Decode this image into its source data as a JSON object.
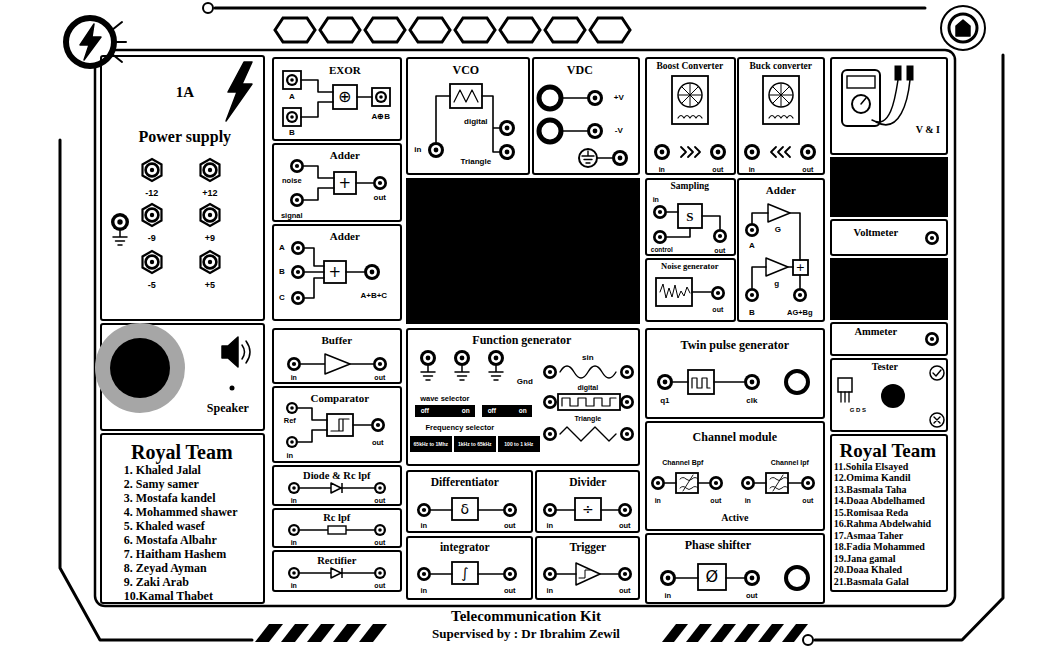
{
  "diagram": {
    "title": "Telecommunication Kit",
    "caption": "Supervised by : Dr Ibrahim Zewil",
    "nodes": [
      {
        "text": [
          "1A",
          "Power supply",
          "-12",
          "+12",
          "-9",
          "+9",
          "-5",
          "+5"
        ]
      },
      {
        "text": [
          "Speaker"
        ]
      },
      {
        "text": [
          "Royal Team",
          "1. Khaled Jalal",
          "2. Samy samer",
          "3. Mostafa kandel",
          "4. Mohammed shawer",
          "5. Khaled wasef",
          "6. Mostafa Albahr",
          "7. Haitham Hashem",
          "8. Zeyad Ayman",
          "9. Zaki Arab",
          "10.Kamal Thabet"
        ]
      },
      {
        "text": [
          "EXOR",
          "A",
          "B",
          "⊕",
          "A⊕B"
        ]
      },
      {
        "text": [
          "Adder",
          "noise",
          "signal",
          "+",
          "out"
        ]
      },
      {
        "text": [
          "Adder",
          "A",
          "B",
          "C",
          "+",
          "A+B+C"
        ]
      },
      {
        "text": [
          "Buffer",
          "in",
          "out"
        ]
      },
      {
        "text": [
          "Comparator",
          "Ref",
          "in",
          "out"
        ]
      },
      {
        "text": [
          "Diode & Rc lpf",
          "in",
          "out"
        ]
      },
      {
        "text": [
          "Rc lpf",
          "in",
          "out"
        ]
      },
      {
        "text": [
          "Rectifier",
          "in",
          "out"
        ]
      },
      {
        "text": [
          "VCO",
          "in",
          "digital",
          "Triangle"
        ]
      },
      {
        "text": [
          "VDC",
          "+V",
          "-V"
        ]
      },
      {
        "text": [
          "Function generator",
          "Gnd",
          "sin",
          "digital",
          "Triangle",
          "wave selector",
          "off",
          "on",
          "off",
          "on",
          "Frequency selector",
          "65kHz to 1Mhz",
          "1kHz to 65kHz",
          "100 to 1 kHz"
        ]
      },
      {
        "text": [
          "Differentiator",
          "in",
          "δ",
          "out"
        ]
      },
      {
        "text": [
          "Divider",
          "in",
          "÷",
          "out"
        ]
      },
      {
        "text": [
          "integrator",
          "in",
          "∫",
          "out"
        ]
      },
      {
        "text": [
          "Trigger",
          "in",
          "out"
        ]
      },
      {
        "text": [
          "Boost Converter",
          "in",
          "out"
        ]
      },
      {
        "text": [
          "Buck converter",
          "in",
          "out"
        ]
      },
      {
        "text": [
          "Sampling",
          "in",
          "S",
          "control",
          "out"
        ]
      },
      {
        "text": [
          "Adder",
          "G",
          "A",
          "g",
          "B",
          "+",
          "AG+Bg"
        ]
      },
      {
        "text": [
          "Noise generator",
          "out"
        ]
      },
      {
        "text": [
          "Twin pulse generator",
          "q1",
          "clk"
        ]
      },
      {
        "text": [
          "Channel module",
          "Channel Bpf",
          "Channel lpf",
          "in",
          "out",
          "in",
          "out",
          "Active"
        ]
      },
      {
        "text": [
          "Phase shifter",
          "in",
          "Ø",
          "out"
        ]
      },
      {
        "text": [
          "V & I"
        ]
      },
      {
        "text": [
          "Voltmeter"
        ]
      },
      {
        "text": [
          "Ammeter"
        ]
      },
      {
        "text": [
          "Tester",
          "G D S"
        ]
      },
      {
        "text": [
          "Royal Team",
          "11.Sohila Elsayed",
          "12.Omima Kandil",
          "13.Basmala Taha",
          "14.Doaa Abdelhamed",
          "15.Romisaa Reda",
          "16.Rahma Abdelwahid",
          "17.Asmaa Taher",
          "18.Fadia Mohammed",
          "19.Jana gamal",
          "20.Doaa Khaled",
          "21.Basmala Galal"
        ]
      }
    ]
  }
}
